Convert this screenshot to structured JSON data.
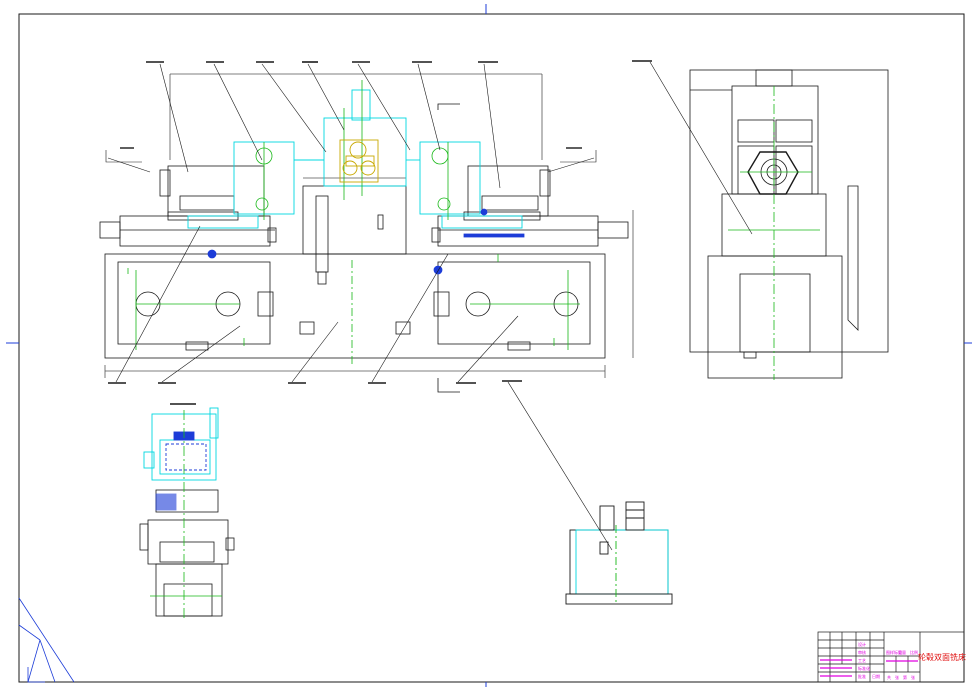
{
  "colors": {
    "background": "#ffffff",
    "outline": "#1a1a1a",
    "cyan": "#00d8e0",
    "green": "#18b818",
    "blue": "#1c3cd8",
    "yellow": "#c8a800",
    "magenta": "#e000e0",
    "red": "#e01010",
    "dim": "#555555"
  },
  "title_block": {
    "drawing_title": "轮毂双面铣床",
    "field_labels": [
      "设计",
      "审核",
      "工艺",
      "标准化",
      "批准",
      "日期"
    ],
    "marks": [
      "图样标记",
      "重量",
      "比例"
    ],
    "sheet_info": [
      "共",
      "张",
      "第",
      "张"
    ]
  }
}
